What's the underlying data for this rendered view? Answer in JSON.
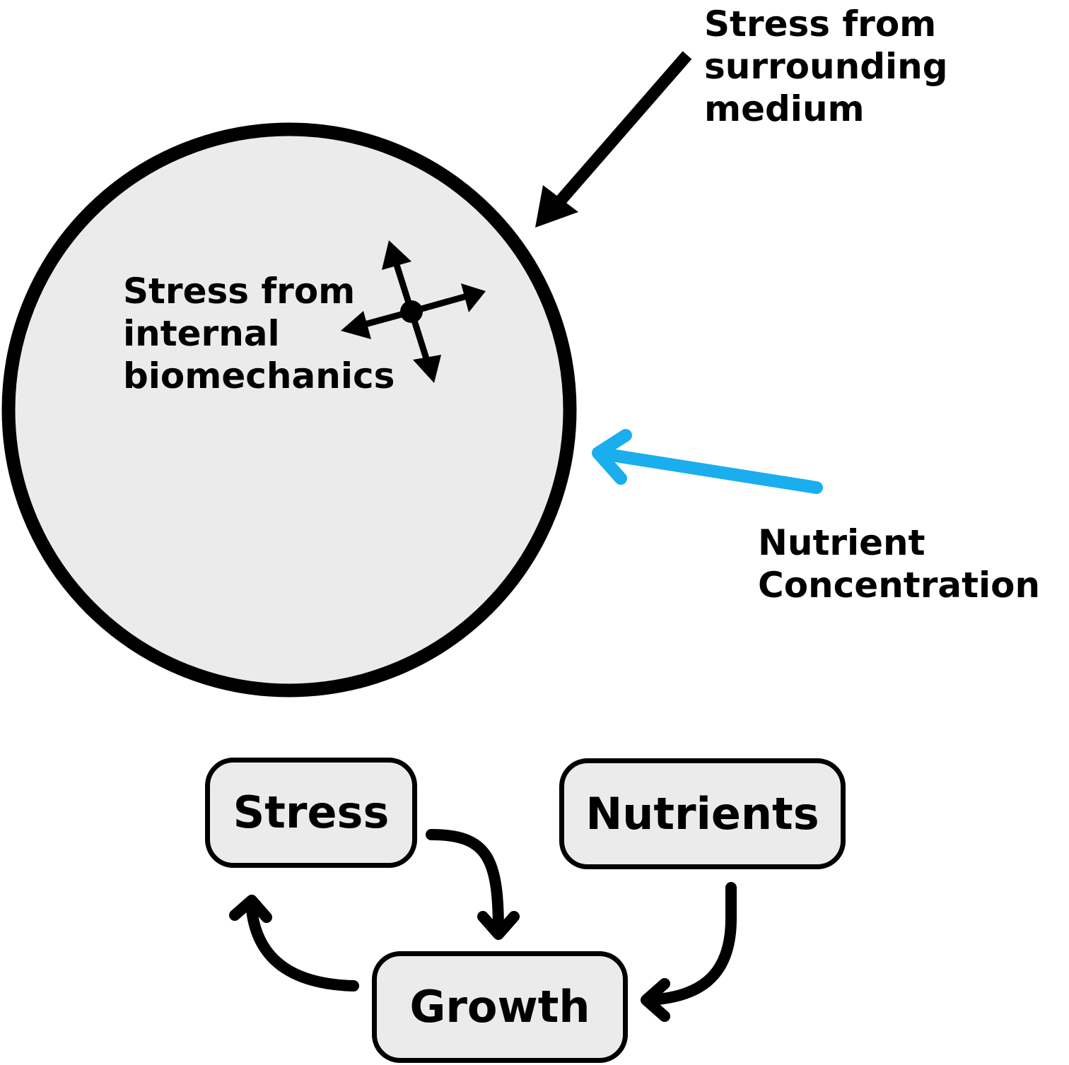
{
  "labels": {
    "external_stress": [
      "Stress from",
      "surrounding",
      "medium"
    ],
    "internal_stress": [
      "Stress from",
      "internal",
      "biomechanics"
    ],
    "nutrient": [
      "Nutrient",
      "Concentration"
    ]
  },
  "boxes": {
    "stress": "Stress",
    "nutrients": "Nutrients",
    "growth": "Growth"
  },
  "colors": {
    "outline": "#000000",
    "fill": "#ebebeb",
    "nutrient_arrow": "#1aaeef"
  },
  "icons": {
    "external_stress": "arrow-down-left-icon",
    "internal_stress": "four-way-arrows-icon",
    "nutrient": "arrow-left-icon"
  }
}
